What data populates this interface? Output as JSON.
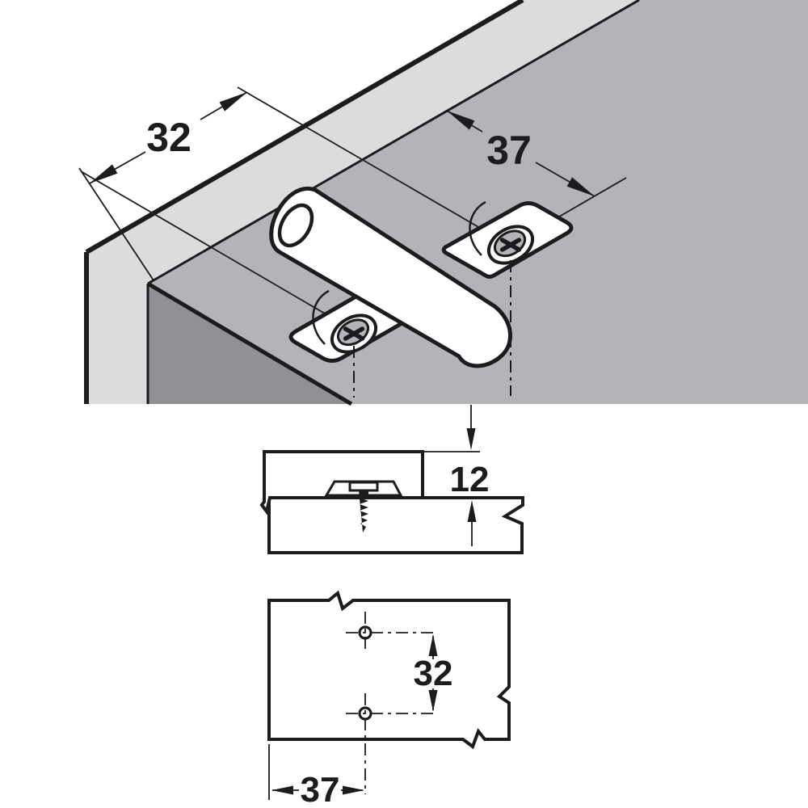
{
  "drawing_labels": {
    "iso_hole_line_offset": "32",
    "iso_edge_distance": "37",
    "section_plate_height": "12",
    "drill_hole_spacing": "32",
    "drill_edge_distance": "37"
  },
  "colors": {
    "background": "#ffffff",
    "panel_edge_light": "#dbdcdd",
    "panel_face": "#b2b4b7",
    "panel_inner_dark": "#8f9194",
    "screw_head": "#b2b4b7",
    "line": "#1c1c1e"
  }
}
